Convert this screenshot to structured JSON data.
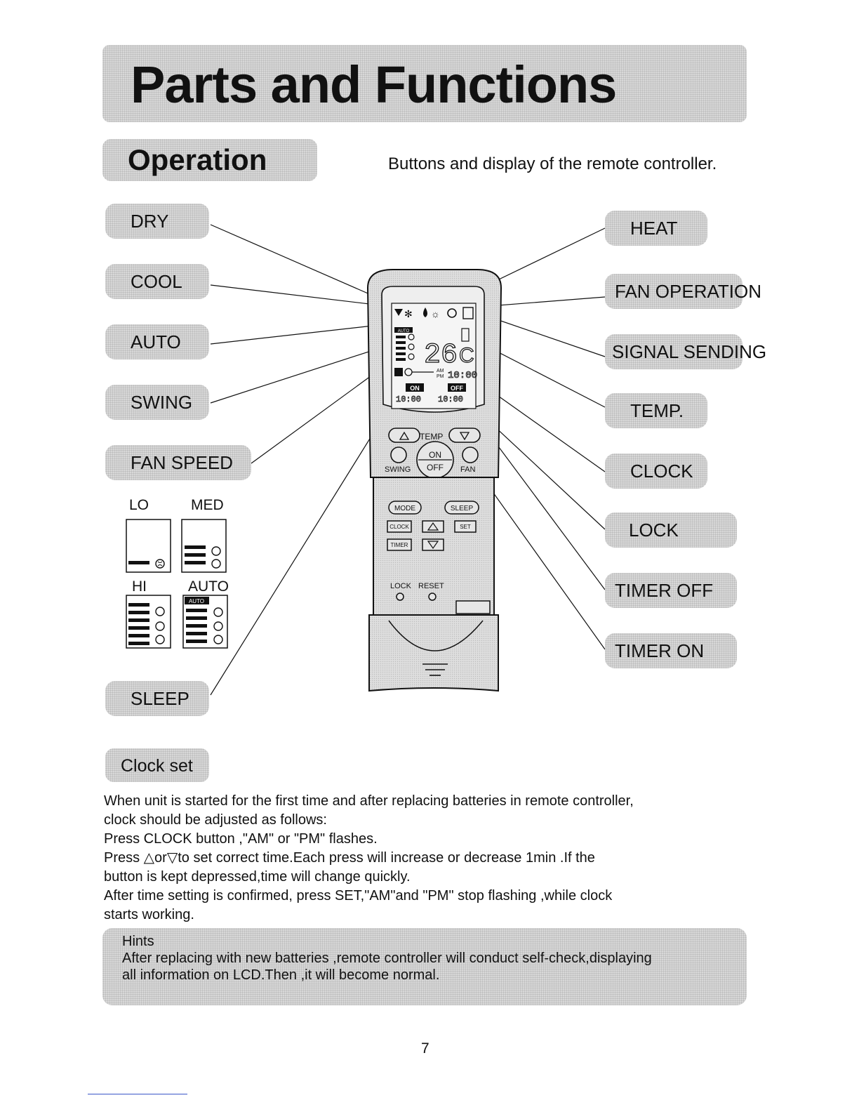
{
  "title": "Parts and Functions",
  "section": "Operation",
  "subtitle": "Buttons and display of the remote controller.",
  "left_labels": {
    "dry": "DRY",
    "cool": "COOL",
    "auto": "AUTO",
    "swing": "SWING",
    "fan_speed": "FAN SPEED",
    "sleep": "SLEEP"
  },
  "right_labels": {
    "heat": "HEAT",
    "fan_operation": "FAN OPERATION",
    "signal_sending": "SIGNAL SENDING",
    "temp": "TEMP.",
    "clock": "CLOCK",
    "lock": "LOCK",
    "timer_off": "TIMER OFF",
    "timer_on": "TIMER ON"
  },
  "fan_speed_legend": {
    "lo": "LO",
    "med": "MED",
    "hi": "HI",
    "auto": "AUTO",
    "auto_tag": "AUTO"
  },
  "remote": {
    "display_temp": "26",
    "display_unit": "C",
    "am": "AM",
    "pm": "PM",
    "clock_digits": "10:00",
    "on_tag": "ON",
    "off_tag": "OFF",
    "temp_label": "TEMP",
    "on_label": "ON",
    "off_label": "OFF",
    "swing_label": "SWING",
    "fan_label": "FAN",
    "mode_btn": "MODE",
    "sleep_btn": "SLEEP",
    "clock_btn": "CLOCK",
    "set_btn": "SET",
    "timer_btn": "TIMER",
    "lock_label": "LOCK",
    "reset_label": "RESET",
    "auto_tag": "AUTO"
  },
  "clock_set": {
    "heading": "Clock set",
    "lines": [
      "When unit is started for the first time and after replacing batteries in remote controller,",
      "clock should be adjusted as follows:",
      "Press CLOCK button ,\"AM\" or \"PM\" flashes.",
      "Press △or▽to set correct time.Each press will increase or decrease 1min .If the",
      "button is kept depressed,time will change quickly.",
      "After time setting is confirmed, press SET,\"AM\"and \"PM\" stop flashing ,while clock",
      "starts working."
    ]
  },
  "hints": {
    "heading": "Hints",
    "lines": [
      "After replacing with new batteries ,remote controller will conduct self-check,displaying",
      "all information on LCD.Then ,it will become normal."
    ]
  },
  "page_number": "7"
}
